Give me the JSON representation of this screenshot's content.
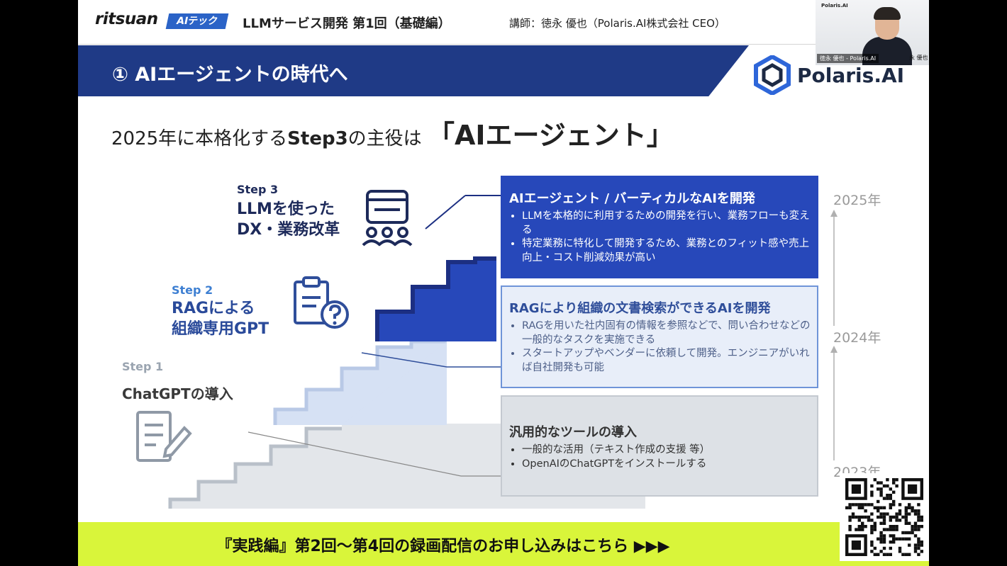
{
  "header": {
    "brand": "ritsuan",
    "badge": "AIテック",
    "course": "LLMサービス開発 第1回（基礎編）",
    "lecturer": "講師：徳永 優也（Polaris.AI株式会社 CEO）"
  },
  "slide": {
    "title": "① AIエージェントの時代へ",
    "logo_text": "Polaris.AI",
    "headline_a": "2025年に本格化する",
    "headline_b": "Step3",
    "headline_c": "の主役は",
    "headline_big": "「AIエージェント」"
  },
  "steps": [
    {
      "label": "Step 3",
      "title_l1": "LLMを使った",
      "title_l2": "DX・業務改革",
      "icon": "browser-team-icon"
    },
    {
      "label": "Step 2",
      "title_l1": "RAGによる",
      "title_l2": "組織専用GPT",
      "icon": "clipboard-question-icon"
    },
    {
      "label": "Step 1",
      "title_l1": "ChatGPTの導入",
      "icon": "document-pencil-icon"
    }
  ],
  "boxes": [
    {
      "title": "AIエージェント / バーティカルなAIを開発",
      "bullets": [
        "LLMを本格的に利用するための開発を行い、業務フローも変える",
        "特定業務に特化して開発するため、業務とのフィット感や売上向上・コスト削減効果が高い"
      ]
    },
    {
      "title": "RAGにより組織の文書検索ができるAIを開発",
      "bullets": [
        "RAGを用いた社内固有の情報を参照などで、問い合わせなどの一般的なタスクを実施できる",
        "スタートアップやベンダーに依頼して開発。エンジニアがいれば自社開発も可能"
      ]
    },
    {
      "title": "汎用的なツールの導入",
      "bullets": [
        "一般的な活用（テキスト作成の支援 等）",
        "OpenAIのChatGPTをインストールする"
      ]
    }
  ],
  "years": [
    "2025年",
    "2024年",
    "2023年"
  ],
  "cta": "『実践編』第2回～第4回の録画配信のお申し込みはこちら ▶▶▶",
  "webcam": {
    "name": "徳永 優也 - Polaris.AI",
    "corner": "永 優也",
    "mini": "Polaris.AI"
  },
  "colors": {
    "navy": "#1f3a86",
    "blue": "#2748ba",
    "lime": "#d9f53a"
  }
}
